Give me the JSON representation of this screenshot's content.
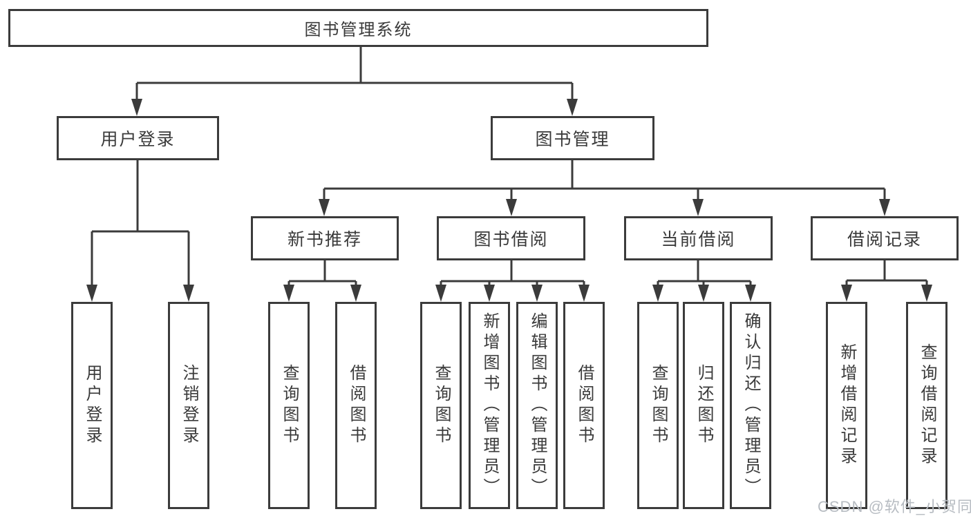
{
  "colors": {
    "line": "#3b3b3b",
    "text": "#3a3a3a",
    "background": "#ffffff",
    "watermark": "#b7bcc2"
  },
  "watermark": {
    "text": "CSDN @软件_小贺同学"
  },
  "tree": {
    "root": {
      "label": "图书管理系统"
    },
    "branches": [
      {
        "label": "用户登录",
        "children": [
          "用户登录",
          "注销登录"
        ]
      },
      {
        "label": "图书管理",
        "children": [
          {
            "label": "新书推荐",
            "children": [
              "查询图书",
              "借阅图书"
            ]
          },
          {
            "label": "图书借阅",
            "children": [
              "查询图书",
              "新增图书（管理员）",
              "编辑图书（管理员）",
              "借阅图书"
            ]
          },
          {
            "label": "当前借阅",
            "children": [
              "查询图书",
              "归还图书",
              "确认归还（管理员）"
            ]
          },
          {
            "label": "借阅记录",
            "children": [
              "新增借阅记录",
              "查询借阅记录"
            ]
          }
        ]
      }
    ]
  }
}
